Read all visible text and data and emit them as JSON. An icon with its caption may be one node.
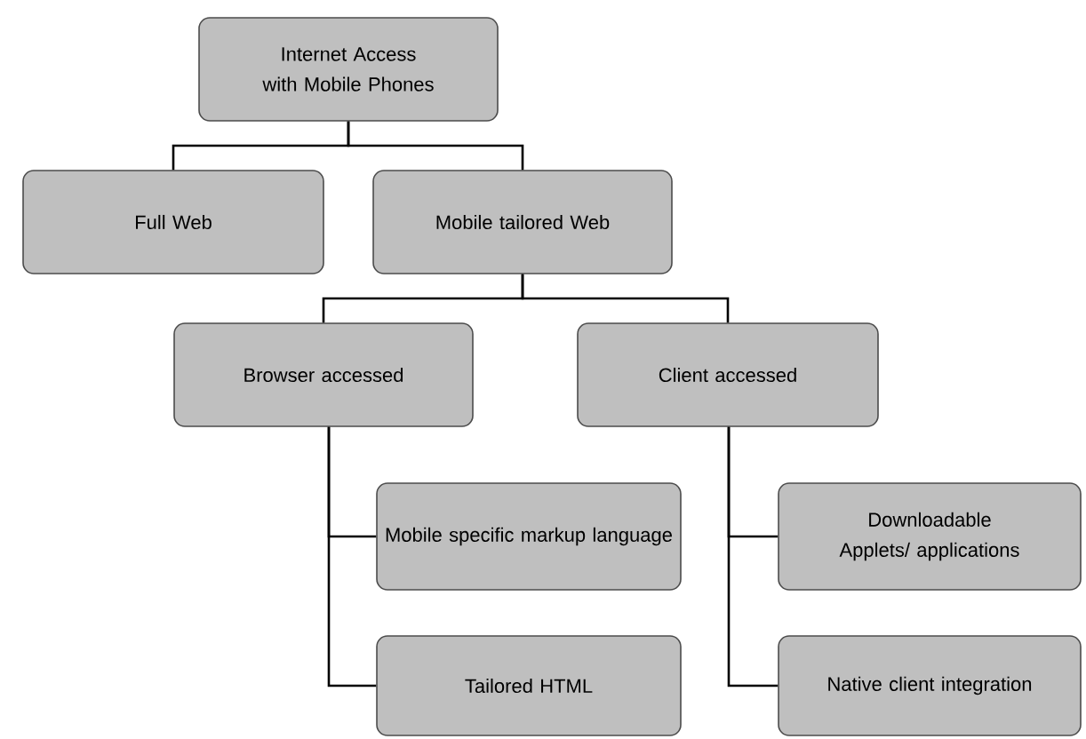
{
  "diagram": {
    "nodes": [
      {
        "text": [
          "Internet Access with Mobile Phones"
        ]
      },
      {
        "text": [
          "Full Web"
        ]
      },
      {
        "text": [
          "Mobile tailored Web"
        ]
      },
      {
        "text": [
          "Browser accessed"
        ]
      },
      {
        "text": [
          "Client accessed"
        ]
      },
      {
        "text": [
          "Mobile specific markup language"
        ]
      },
      {
        "text": [
          "Tailored HTML"
        ]
      },
      {
        "text": [
          "Downloadable Applets/ applications"
        ]
      },
      {
        "text": [
          "Native client integration"
        ]
      }
    ],
    "edges": [
      {
        "from": 0,
        "to": 1,
        "arrow": "none"
      },
      {
        "from": 0,
        "to": 2,
        "arrow": "none"
      },
      {
        "from": 2,
        "to": 3,
        "arrow": "none"
      },
      {
        "from": 2,
        "to": 4,
        "arrow": "none"
      },
      {
        "from": 3,
        "to": 5,
        "arrow": "none"
      },
      {
        "from": 3,
        "to": 6,
        "arrow": "none"
      },
      {
        "from": 4,
        "to": 7,
        "arrow": "none"
      },
      {
        "from": 4,
        "to": 8,
        "arrow": "none"
      }
    ]
  }
}
